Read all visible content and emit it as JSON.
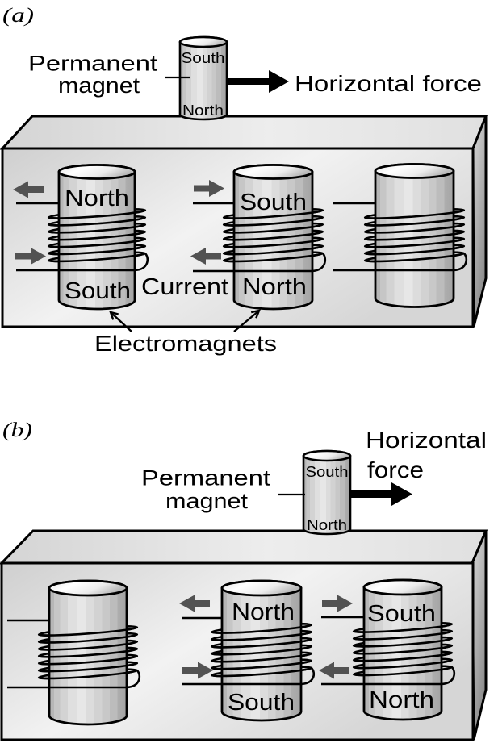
{
  "figure": {
    "panels": [
      {
        "label": "(a)",
        "permanent_magnet": {
          "label_lines": [
            "Permanent",
            "magnet"
          ],
          "top_pole": "South",
          "bottom_pole": "North"
        },
        "force": {
          "label_lines": [
            "Horizontal force"
          ],
          "direction": "right"
        },
        "electromagnets": [
          {
            "top_pole": "North",
            "bottom_pole": "South",
            "current_arrows": {
              "upper": "left",
              "lower": "right"
            }
          },
          {
            "top_pole": "South",
            "bottom_pole": "North",
            "current_arrows": {
              "upper": "right",
              "lower": "left"
            }
          },
          {
            "top_pole": null,
            "bottom_pole": null,
            "current_arrows": null
          }
        ],
        "current_label": "Current",
        "electromagnets_label": "Electromagnets"
      },
      {
        "label": "(b)",
        "permanent_magnet": {
          "label_lines": [
            "Permanent",
            "magnet"
          ],
          "top_pole": "South",
          "bottom_pole": "North"
        },
        "force": {
          "label_lines": [
            "Horizontal",
            "force"
          ],
          "direction": "right"
        },
        "electromagnets": [
          {
            "top_pole": null,
            "bottom_pole": null,
            "current_arrows": null
          },
          {
            "top_pole": "North",
            "bottom_pole": "South",
            "current_arrows": {
              "upper": "left",
              "lower": "right"
            }
          },
          {
            "top_pole": "South",
            "bottom_pole": "North",
            "current_arrows": {
              "upper": "right",
              "lower": "left"
            }
          }
        ]
      }
    ]
  },
  "colors": {
    "background": "#ffffff",
    "outline": "#000000",
    "force_arrow": "#000000",
    "current_arrow": "#525252"
  }
}
